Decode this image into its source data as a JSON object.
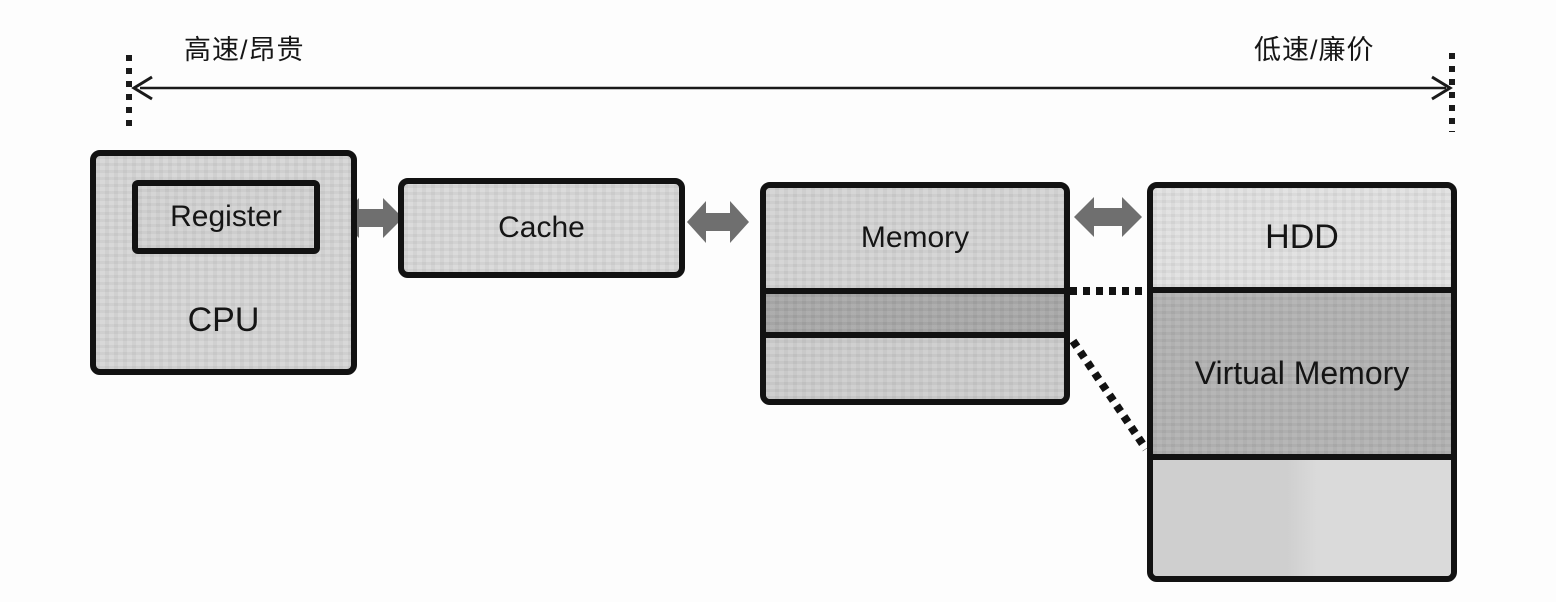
{
  "diagram": {
    "description": "Memory hierarchy diagram: CPU registers, cache, main memory and HDD with virtual memory, ordered along a speed/cost axis",
    "axis": {
      "left_label": "高速/昂贵",
      "right_label": "低速/廉价"
    },
    "nodes": {
      "cpu": {
        "label": "CPU"
      },
      "register": {
        "label": "Register"
      },
      "cache": {
        "label": "Cache"
      },
      "memory": {
        "label": "Memory"
      },
      "hdd": {
        "label": "HDD"
      },
      "virtual_memory": {
        "label": "Virtual Memory"
      }
    },
    "connectors": {
      "cpu_cache": "double-arrow",
      "cache_memory": "double-arrow",
      "memory_hdd": "double-arrow",
      "memory_band_to_virtual_memory": "dotted-mapping-lines"
    },
    "colors": {
      "box_border": "#121212",
      "arrow_gray": "#6f6f6f",
      "line_black": "#1a1a1a",
      "cpu_fill": "#d6d6d6",
      "register_fill": "#d3d3d3",
      "cache_fill": "#d9d9d9",
      "memory_fill": "#d4d4d4",
      "memory_band_fill": "#a9a9a9",
      "memory_bottom_fill": "#cdcdcd",
      "hdd_fill": "#e1e1e1",
      "virtual_memory_fill": "#b3b3b3",
      "hdd_bottom_fill": "#d5d5d5"
    }
  }
}
